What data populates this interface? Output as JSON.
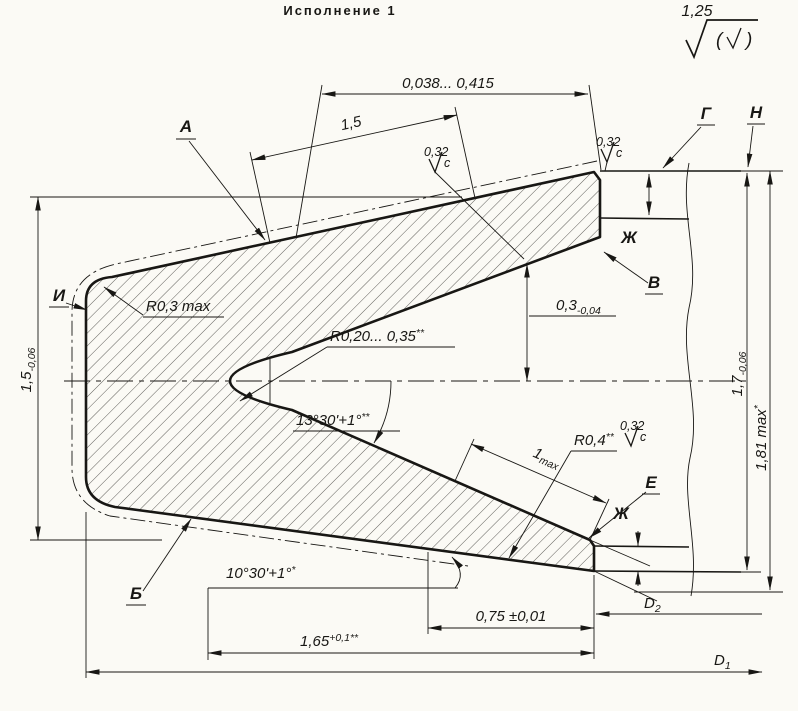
{
  "colors": {
    "ink": "#181714",
    "paper": "#fbfaf5"
  },
  "sheet": {
    "title": "Исполнение 1",
    "roughness_value": "1,25",
    "paren_open": "(",
    "paren_close": ")"
  },
  "surface_mark": {
    "value": "0,32",
    "method": "c"
  },
  "labels": {
    "a": "А",
    "b": "Б",
    "v": "В",
    "g": "Г",
    "e": "Е",
    "zh": "Ж",
    "i": "И",
    "n": "Н",
    "d1": "D",
    "d1_sub": "1",
    "d2": "D",
    "d2_sub": "2"
  },
  "dims": {
    "gap": "0,038... 0,415",
    "top_len": "1,5",
    "h_left": "1,5",
    "h_left_tol": "-0,06",
    "h_right": "1,7",
    "h_right_tol": "-0,06",
    "h_max": "1,81 max",
    "h_max_star": "*",
    "depth": "0,3",
    "depth_tol": "-0,04",
    "r_apex": "R0,20... 0,35",
    "r_apex_star": "**",
    "r_nose": "R0,3 max",
    "r_corner": "R0,4",
    "r_corner_star": "**",
    "angle_top": "13°30'+1°",
    "angle_top_star": "**",
    "angle_bottom": "10°30'+1°",
    "angle_bottom_star": "*",
    "flat": "1",
    "flat_sub": "max",
    "len_075": "0,75 ±0,01",
    "len_165": "1,65",
    "len_165_sup": "+0,1",
    "len_165_star": "**"
  }
}
